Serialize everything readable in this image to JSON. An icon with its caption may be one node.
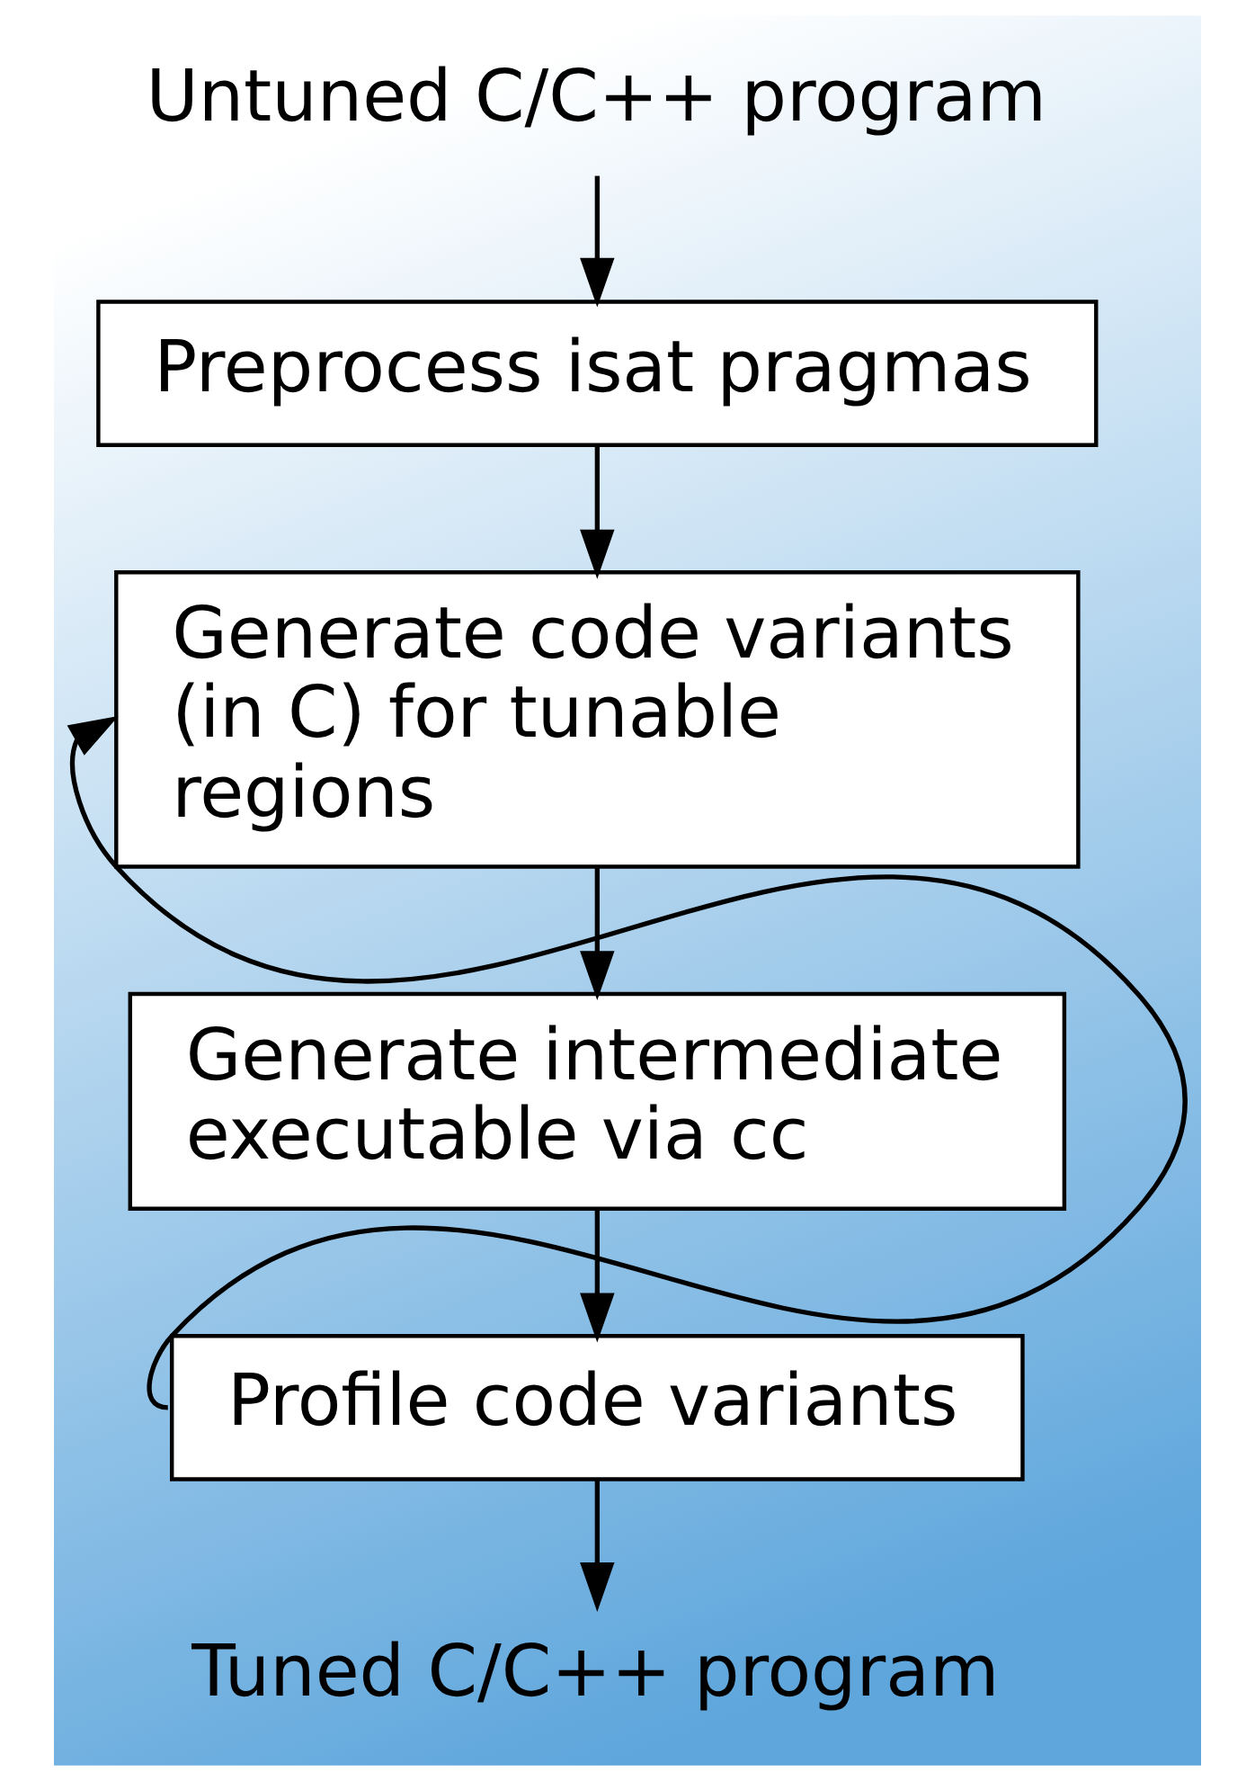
{
  "diagram": {
    "nodes": [
      {
        "text": [
          "Untuned C/C++ program"
        ]
      },
      {
        "text": [
          "Preprocess isat pragmas"
        ]
      },
      {
        "text": [
          "Generate code variants (in C) for tunable regions"
        ]
      },
      {
        "text": [
          "Generate intermediate executable via cc"
        ]
      },
      {
        "text": [
          "Profile code variants"
        ]
      },
      {
        "text": [
          "Tuned C/C++ program"
        ]
      }
    ],
    "edges": [
      {
        "from": 0,
        "to": 1,
        "arrow": "to"
      },
      {
        "from": 1,
        "to": 2,
        "arrow": "to"
      },
      {
        "from": 2,
        "to": 3,
        "arrow": "to"
      },
      {
        "from": 3,
        "to": 4,
        "arrow": "to"
      },
      {
        "from": 4,
        "to": 5,
        "arrow": "to"
      },
      {
        "from": 4,
        "to": 2,
        "arrow": "to"
      }
    ]
  }
}
